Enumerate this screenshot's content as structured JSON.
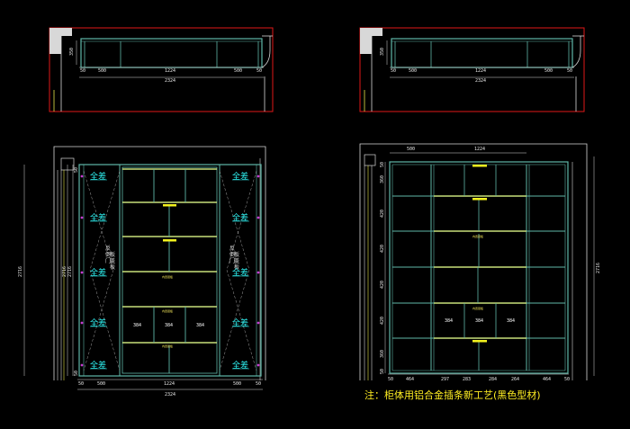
{
  "colors": {
    "background": "#000000",
    "frame": "#d8d8d8",
    "cabinet": "#5fb7a8",
    "shelf": "#c8e07a",
    "handle": "#f2f21e",
    "label": "#2ef2f2",
    "accent_red": "#e01818",
    "note": "#ffee22"
  },
  "top_plans": {
    "left": {
      "side_height": "350",
      "widths": [
        "50",
        "500",
        "1224",
        "500",
        "50"
      ],
      "total": "2324"
    },
    "right": {
      "side_height": "350",
      "widths": [
        "50",
        "500",
        "1224",
        "500",
        "50"
      ],
      "total": "2324"
    }
  },
  "left_elevation": {
    "outer_height": "2716",
    "inner_heights": [
      "2716",
      "2716"
    ],
    "top_small": "50",
    "bottom_small": "50",
    "glass_label": "全差",
    "glass_count": 10,
    "side_text_left": "反倒门板盖板",
    "side_text_right": "反倒门板盖板",
    "drawer_widths": [
      "384",
      "384",
      "384"
    ],
    "bottom_widths": [
      "50",
      "500",
      "1224",
      "500",
      "50"
    ],
    "bottom_total": "2324"
  },
  "right_elevation": {
    "top_widths": [
      "500",
      "1224"
    ],
    "left_heights": [
      "360",
      "420",
      "420",
      "420",
      "420",
      "360"
    ],
    "top_small": "50",
    "bottom_small": "50",
    "right_height": "2716",
    "drawer_widths": [
      "384",
      "384",
      "384"
    ],
    "bottom_widths": [
      "50",
      "464",
      "297",
      "283",
      "284",
      "264",
      "464",
      "50"
    ],
    "shelf_note": "内置层板"
  },
  "note": "注：柜体用铝合金插条新工艺(黑色型材)"
}
